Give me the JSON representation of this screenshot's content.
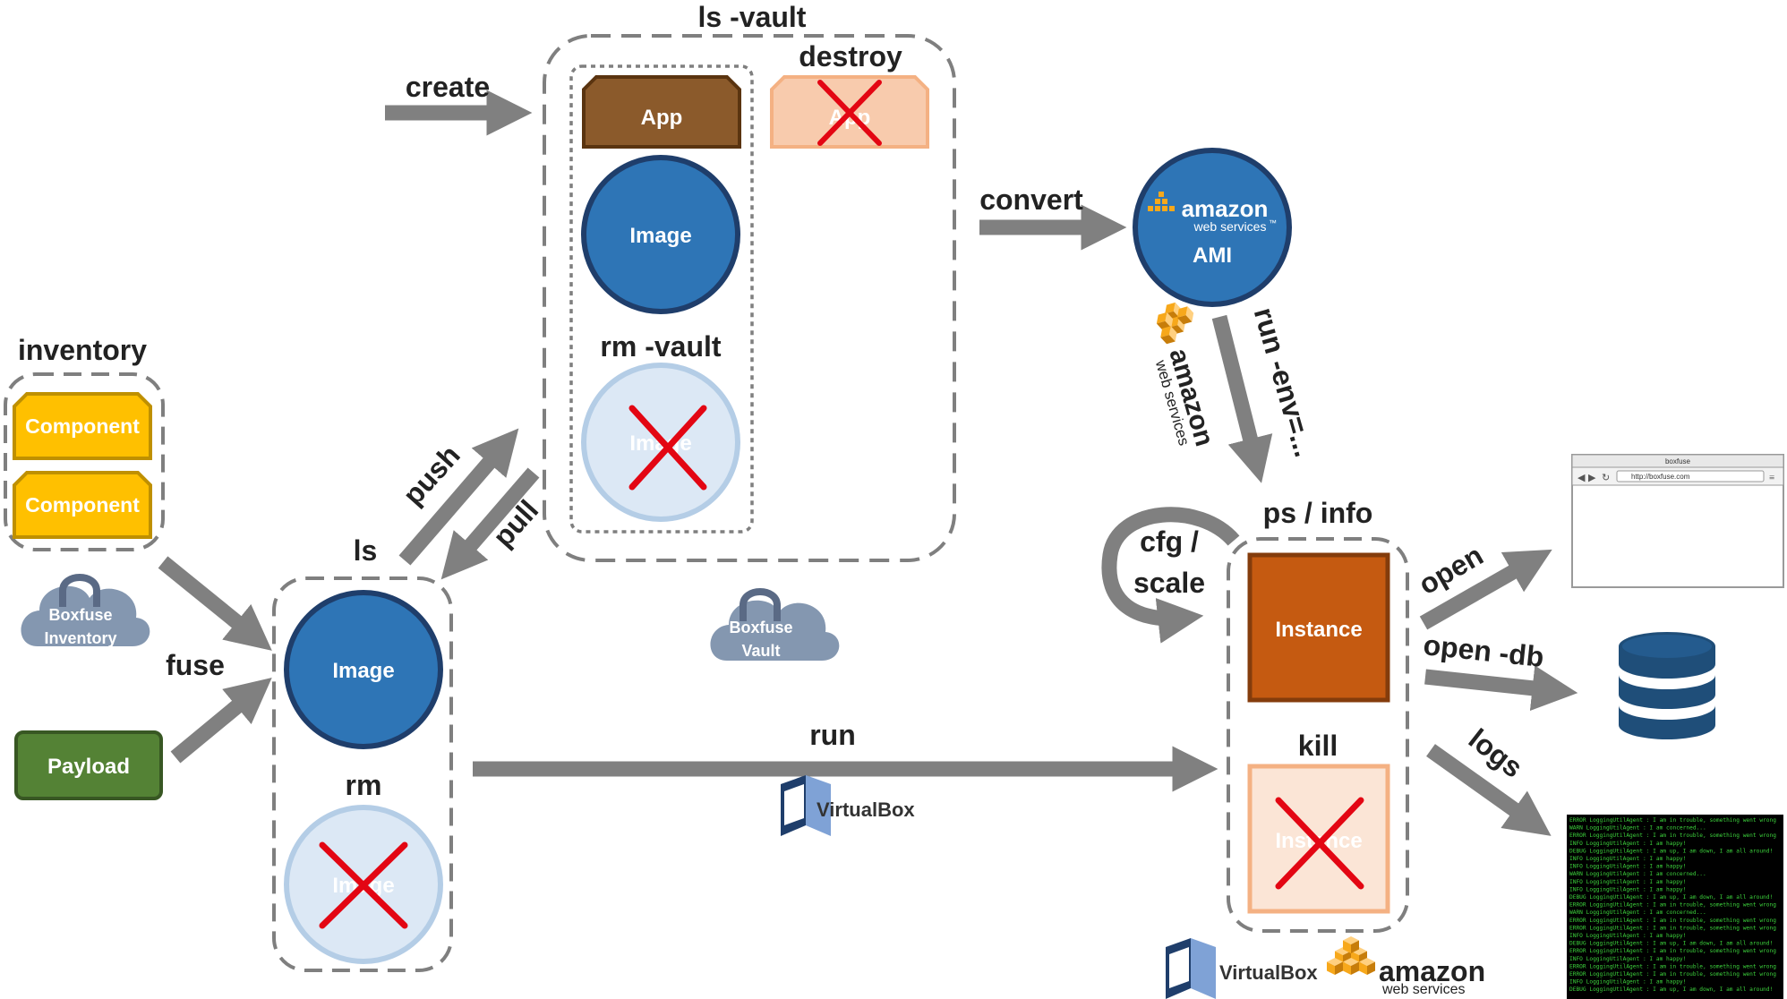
{
  "commands": {
    "create": "create",
    "ls_vault": "ls -vault",
    "destroy": "destroy",
    "convert": "convert",
    "rm_vault": "rm -vault",
    "inventory": "inventory",
    "push": "push",
    "pull": "pull",
    "ls": "ls",
    "fuse": "fuse",
    "rm": "rm",
    "run": "run",
    "run_env": "run -env=...",
    "ps_info": "ps / info",
    "cfg": "cfg /",
    "scale": "scale",
    "open": "open",
    "open_db": "open -db",
    "logs": "logs",
    "kill": "kill"
  },
  "artifacts": {
    "app": "App",
    "app_destroyed": "App",
    "image_vault": "Image",
    "image_vault_removed": "Image",
    "component_1": "Component",
    "component_2": "Component",
    "payload": "Payload",
    "image_local": "Image",
    "image_local_removed": "Image",
    "instance": "Instance",
    "instance_killed": "Instance",
    "ami": "AMI"
  },
  "clouds": {
    "inventory_line1": "Boxfuse",
    "inventory_line2": "Inventory",
    "vault_line1": "Boxfuse",
    "vault_line2": "Vault"
  },
  "logos": {
    "aws_word": "amazon",
    "aws_sub": "web services",
    "aws_tm": "™",
    "virtualbox": "VirtualBox"
  },
  "browser": {
    "title": "boxfuse",
    "url": "http://boxfuse.com"
  },
  "terminal_lines": [
    "ERROR LoggingUtilAgent : I am in trouble, something went wrong",
    "WARN  LoggingUtilAgent : I am concerned...",
    "ERROR LoggingUtilAgent : I am in trouble, something went wrong",
    "INFO  LoggingUtilAgent : I am happy!",
    "DEBUG LoggingUtilAgent : I am up, I am down, I am all around!",
    "INFO  LoggingUtilAgent : I am happy!",
    "INFO  LoggingUtilAgent : I am happy!",
    "WARN  LoggingUtilAgent : I am concerned...",
    "INFO  LoggingUtilAgent : I am happy!",
    "INFO  LoggingUtilAgent : I am happy!",
    "DEBUG LoggingUtilAgent : I am up, I am down, I am all around!",
    "ERROR LoggingUtilAgent : I am in trouble, something went wrong",
    "WARN  LoggingUtilAgent : I am concerned...",
    "ERROR LoggingUtilAgent : I am in trouble, something went wrong",
    "ERROR LoggingUtilAgent : I am in trouble, something went wrong",
    "INFO  LoggingUtilAgent : I am happy!",
    "DEBUG LoggingUtilAgent : I am up, I am down, I am all around!",
    "ERROR LoggingUtilAgent : I am in trouble, something went wrong",
    "INFO  LoggingUtilAgent : I am happy!",
    "ERROR LoggingUtilAgent : I am in trouble, something went wrong",
    "ERROR LoggingUtilAgent : I am in trouble, something went wrong",
    "INFO  LoggingUtilAgent : I am happy!",
    "DEBUG LoggingUtilAgent : I am up, I am down, I am all around!"
  ],
  "colors": {
    "arrow": "#808080",
    "image_fill": "#2e75b6",
    "image_stroke": "#1f3e6b",
    "removed_fill": "#dce8f5",
    "removed_stroke": "#b4cde6",
    "app_fill": "#8b5a2b",
    "app_destroyed_fill": "#f8cbad",
    "component_fill": "#ffc000",
    "payload_fill": "#548235",
    "instance_fill": "#c55a11",
    "instance_killed_fill": "#fbe5d6",
    "cross": "#e30613",
    "cloud": "#8497b0",
    "aws_orange": "#f7a81b",
    "db_fill": "#1f4e79",
    "terminal_bg": "#000000",
    "terminal_text": "#3cd13c"
  }
}
